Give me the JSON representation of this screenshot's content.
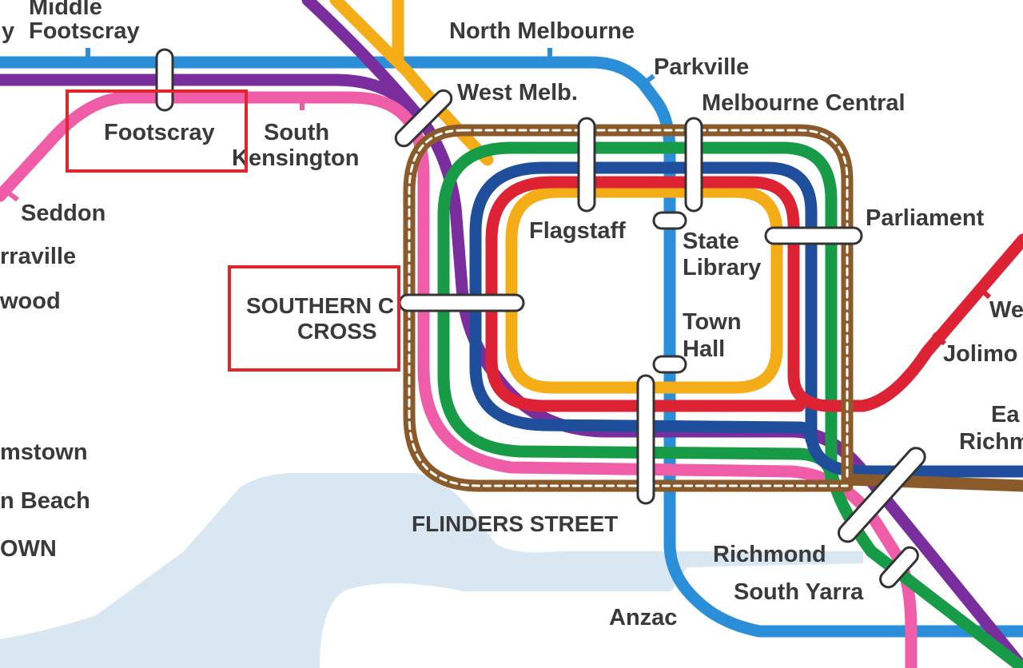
{
  "map": {
    "labels": {
      "middle_footscray": [
        "Middle",
        "Footscray"
      ],
      "left_cut_y": "y",
      "north_melbourne": "North Melbourne",
      "parkville": "Parkville",
      "west_melb": "West Melb.",
      "melbourne_central": "Melbourne Central",
      "footscray": "Footscray",
      "south_kensington": [
        "South",
        "Kensington"
      ],
      "seddon": "Seddon",
      "yarraville": "rraville",
      "spotswood": "wood",
      "flagstaff": "Flagstaff",
      "parliament": "Parliament",
      "state_library": [
        "State",
        "Library"
      ],
      "southern_cross": [
        "SOUTHERN C",
        "CROSS"
      ],
      "west_richmond": "We",
      "jolimont": "Jolimo",
      "town_hall": [
        "Town",
        "Hall"
      ],
      "east_richmond": [
        "Ea",
        "Richm"
      ],
      "williamstown": "mstown",
      "williamstown_beach": "n Beach",
      "williamstown_town": "OWN",
      "flinders_street": "FLINDERS STREET",
      "richmond": "Richmond",
      "south_yarra": "South Yarra",
      "anzac": "Anzac"
    },
    "highlight_color": "#e0262b",
    "highlighted_stations": [
      "Footscray",
      "SOUTHERN CROSS"
    ],
    "line_colors": {
      "light_blue": "#2a8fd8",
      "purple": "#7a2e9e",
      "yellow": "#f5ad17",
      "pink": "#ef5da8",
      "green": "#179b47",
      "dark_blue": "#1f4e9c",
      "red": "#dd2333",
      "brown": "#8b5a2b",
      "water": "#d9e7f2"
    }
  }
}
